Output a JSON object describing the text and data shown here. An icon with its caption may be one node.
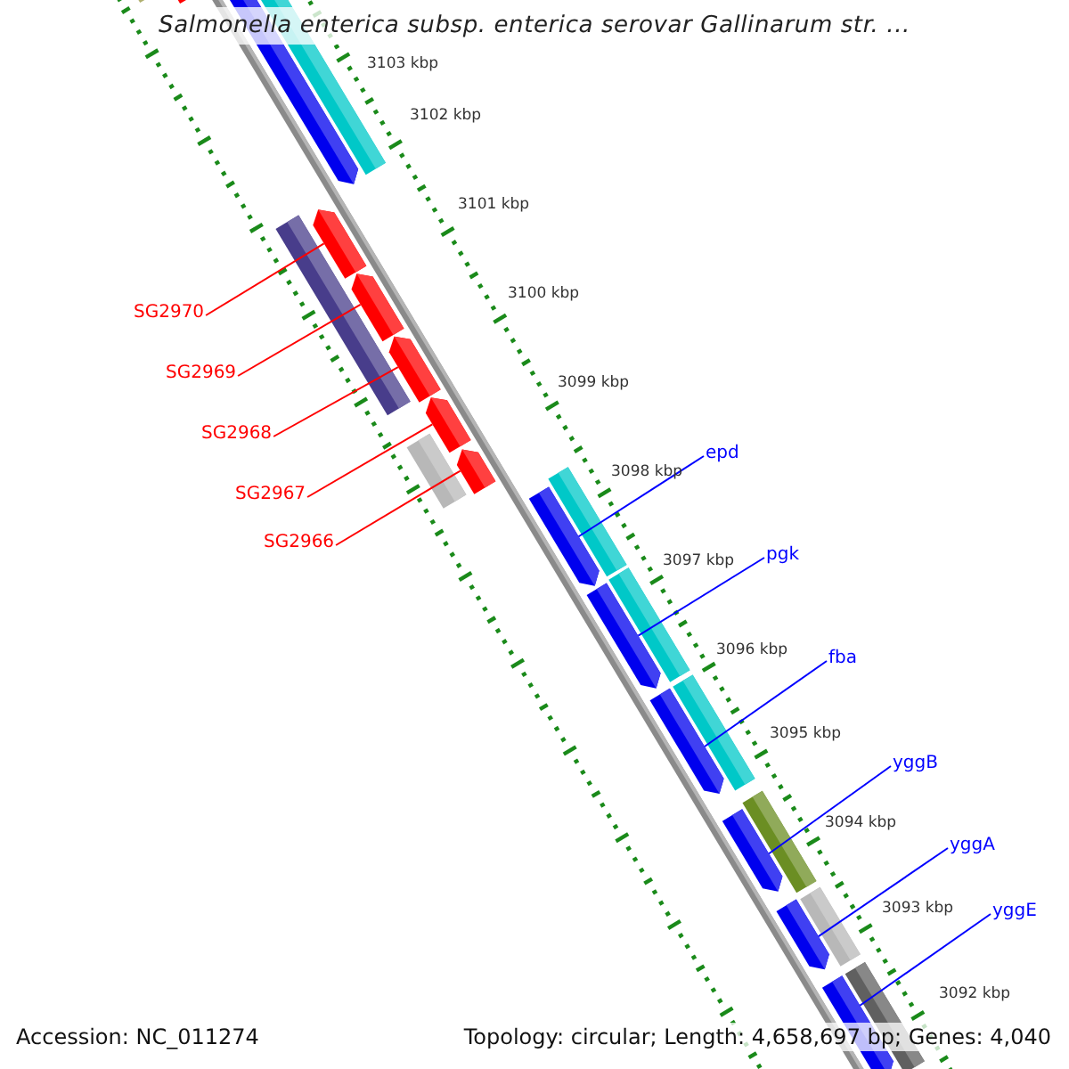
{
  "diagram": {
    "title": "Salmonella enterica subsp. enterica serovar Gallinarum str. ...",
    "nodes": [
      {
        "text": [
          "SG2970"
        ]
      },
      {
        "text": [
          "SG2969"
        ]
      },
      {
        "text": [
          "SG2968"
        ]
      },
      {
        "text": [
          "SG2967"
        ]
      },
      {
        "text": [
          "SG2966"
        ]
      },
      {
        "text": [
          "epd"
        ]
      },
      {
        "text": [
          "pgk"
        ]
      },
      {
        "text": [
          "fba"
        ]
      },
      {
        "text": [
          "yggB"
        ]
      },
      {
        "text": [
          "yggA"
        ]
      },
      {
        "text": [
          "yggE"
        ]
      },
      {
        "text": [],
        "shape": "arrow"
      },
      {
        "text": [],
        "shape": "arrow"
      },
      {
        "text": [],
        "shape": "arrow"
      },
      {
        "text": [],
        "shape": "arrow"
      },
      {
        "text": [],
        "shape": "arrow"
      },
      {
        "text": [],
        "shape": "arrow"
      },
      {
        "text": [],
        "shape": "arrow"
      },
      {
        "text": [],
        "shape": "arrow"
      },
      {
        "text": [],
        "shape": "arrow"
      },
      {
        "text": [],
        "shape": "arrow"
      },
      {
        "text": [],
        "shape": "arrow"
      },
      {
        "text": [],
        "shape": "arrow"
      }
    ],
    "edges": [
      {
        "from": 0,
        "to": 11,
        "arrow": "none",
        "color": "#ff0000"
      },
      {
        "from": 1,
        "to": 12,
        "arrow": "none",
        "color": "#ff0000"
      },
      {
        "from": 2,
        "to": 13,
        "arrow": "none",
        "color": "#ff0000"
      },
      {
        "from": 3,
        "to": 14,
        "arrow": "none",
        "color": "#ff0000"
      },
      {
        "from": 4,
        "to": 15,
        "arrow": "none",
        "color": "#ff0000"
      },
      {
        "from": 5,
        "to": 16,
        "arrow": "none",
        "color": "#0000ff"
      },
      {
        "from": 6,
        "to": 17,
        "arrow": "none",
        "color": "#0000ff"
      },
      {
        "from": 7,
        "to": 18,
        "arrow": "none",
        "color": "#0000ff"
      },
      {
        "from": 8,
        "to": 19,
        "arrow": "none",
        "color": "#0000ff"
      },
      {
        "from": 9,
        "to": 20,
        "arrow": "none",
        "color": "#0000ff"
      },
      {
        "from": 10,
        "to": 21,
        "arrow": "none",
        "color": "#0000ff"
      }
    ],
    "labels": [
      "3103 kbp",
      "3102 kbp",
      "3101 kbp",
      "3100 kbp",
      "3099 kbp",
      "3098 kbp",
      "3097 kbp",
      "3096 kbp",
      "3095 kbp",
      "3094 kbp",
      "3093 kbp",
      "3092 kbp",
      "Accession: NC_011274",
      "Topology: circular; Length: 4,658,697 bp; Genes: 4,040"
    ]
  }
}
